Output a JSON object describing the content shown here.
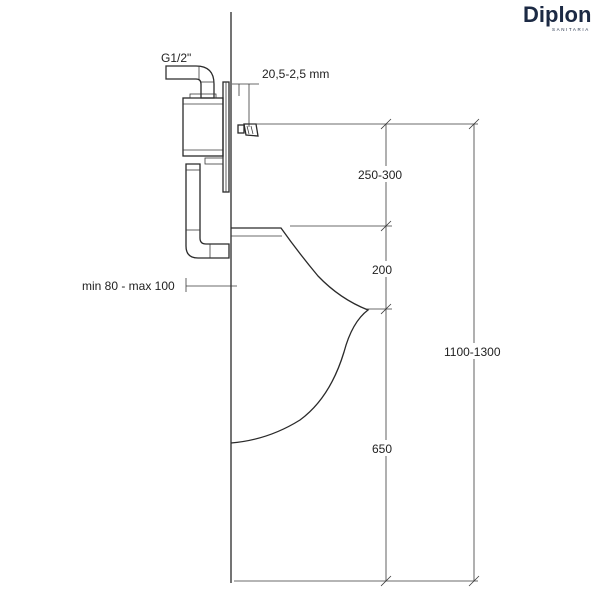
{
  "logo": {
    "name": "Diplon",
    "tagline": "SANITARIA"
  },
  "labels": {
    "pipe_thread": "G1/2\"",
    "flush_gap": "20,5-2,5 mm",
    "wall_depth": "min 80 - max 100",
    "dim_upper": "250-300",
    "dim_middle": "200",
    "dim_lower": "650",
    "dim_total": "1100-1300"
  },
  "colors": {
    "line": "#2a2a2a",
    "logo": "#1c2a44"
  }
}
